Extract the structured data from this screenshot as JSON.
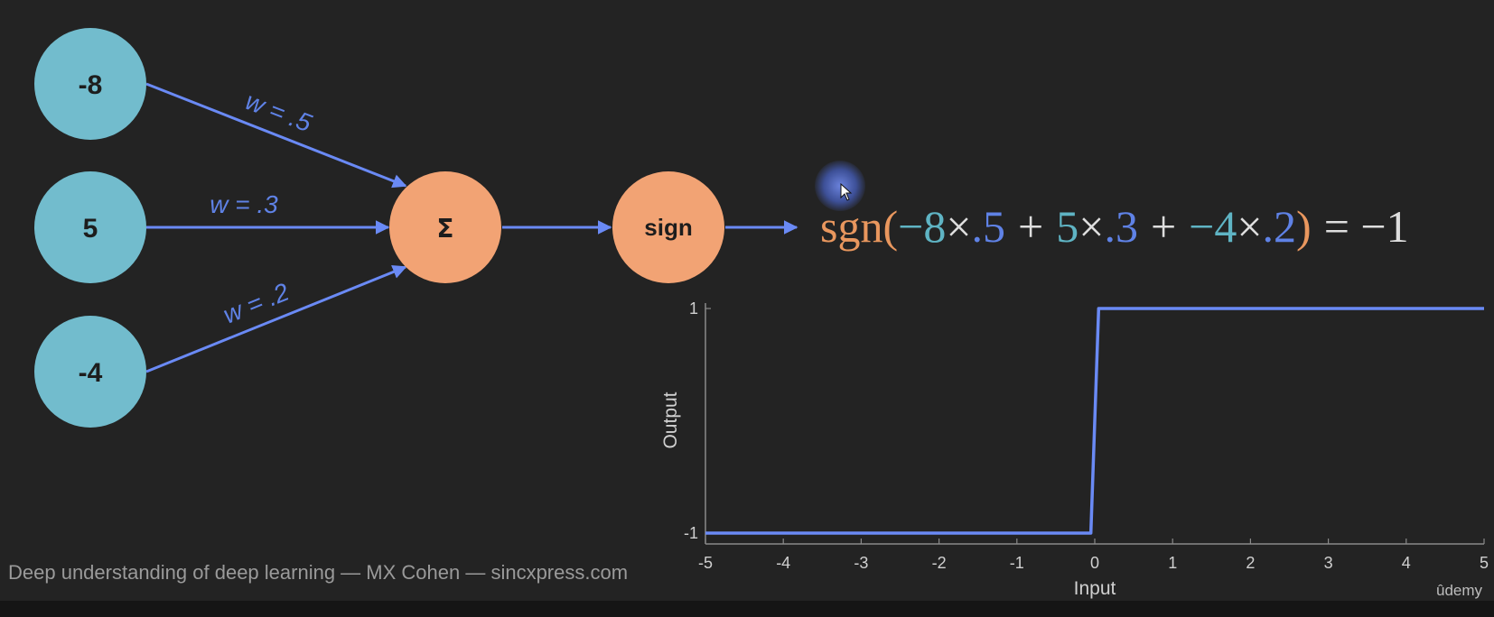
{
  "nodes": {
    "input_1": "-8",
    "input_2": "5",
    "input_3": "-4",
    "sum": "Σ",
    "activation": "sign"
  },
  "weights": {
    "w1": "w = .5",
    "w2": "w = .3",
    "w3": "w = .2"
  },
  "equation": {
    "fn": "sgn",
    "open": "(",
    "close": ")",
    "x1": "−8",
    "w1": ".5",
    "x2": "5",
    "w2": ".3",
    "x3": "−4",
    "w3": ".2",
    "times": "×",
    "plus": "+",
    "result": "= −1"
  },
  "colors": {
    "background": "#232323",
    "input_node": "#72bccd",
    "sum_node": "#f2a374",
    "arrow": "#6a8af5",
    "weight_blue": "#5f82e6",
    "input_teal": "#5fb4c4",
    "fn_orange": "#e9975e",
    "equation_white": "#dedede"
  },
  "footer": {
    "credit": "Deep understanding of deep learning — MX Cohen — sincxpress.com",
    "brand": "ûdemy"
  },
  "chart_data": {
    "type": "line",
    "title": "",
    "xlabel": "Input",
    "ylabel": "Output",
    "xlim": [
      -5,
      5
    ],
    "ylim": [
      -1,
      1
    ],
    "xticks": [
      "-5",
      "-4",
      "-3",
      "-2",
      "-1",
      "0",
      "1",
      "2",
      "3",
      "4",
      "5"
    ],
    "yticks": [
      "-1",
      "1"
    ],
    "grid": false,
    "series": [
      {
        "x": [
          -5,
          -0.05,
          0.05,
          5
        ],
        "y": [
          -1,
          -1,
          1,
          1
        ],
        "color": "#6a8af5"
      }
    ]
  }
}
